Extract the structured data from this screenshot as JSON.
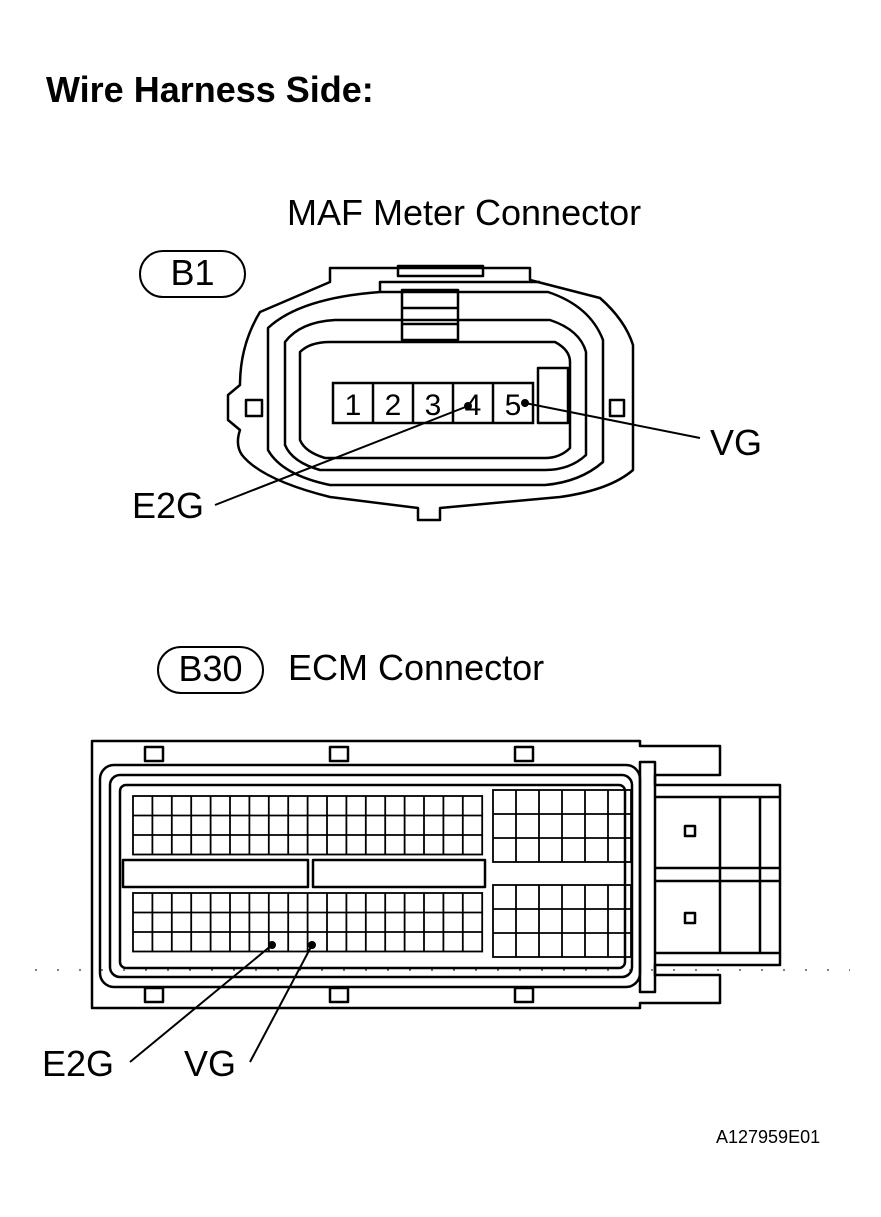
{
  "heading": "Wire Harness Side:",
  "maf_connector": {
    "title": "MAF Meter Connector",
    "badge": "B1",
    "pins": [
      "1",
      "2",
      "3",
      "4",
      "5"
    ],
    "wire_labels": {
      "vg": "VG",
      "e2g": "E2G"
    }
  },
  "ecm_connector": {
    "title": "ECM Connector",
    "badge": "B30",
    "wire_labels": {
      "e2g": "E2G",
      "vg": "VG"
    }
  },
  "figure_code": "A127959E01"
}
